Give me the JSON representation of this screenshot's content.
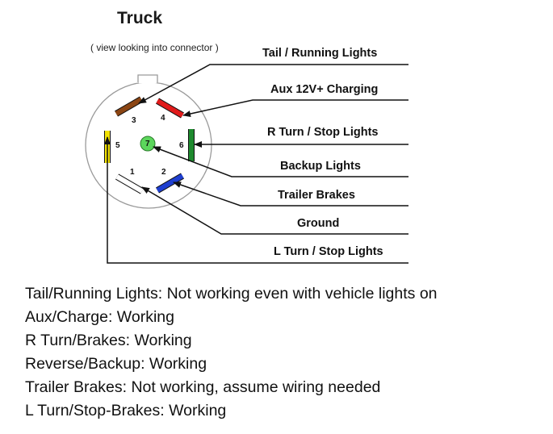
{
  "diagram": {
    "title": "Truck",
    "subtitle": "( view looking into connector )",
    "wire_labels": [
      "Tail / Running Lights",
      "Aux 12V+ Charging",
      "R Turn / Stop Lights",
      "Backup Lights",
      "Trailer Brakes",
      "Ground",
      "L Turn / Stop Lights"
    ],
    "pins": [
      "1",
      "2",
      "3",
      "4",
      "5",
      "6",
      "7"
    ],
    "pin_colors": {
      "1": "#ffffff",
      "2": "#1f3fd0",
      "3": "#8b4513",
      "4": "#e11b1b",
      "5": "#f2e200",
      "6": "#1e8a2e",
      "7": "#5cd65c"
    }
  },
  "notes": [
    "Tail/Running Lights: Not working even with vehicle lights on",
    "Aux/Charge:  Working",
    "R Turn/Brakes: Working",
    "Reverse/Backup:  Working",
    "Trailer Brakes:  Not working, assume wiring needed",
    "L Turn/Stop-Brakes:  Working"
  ]
}
